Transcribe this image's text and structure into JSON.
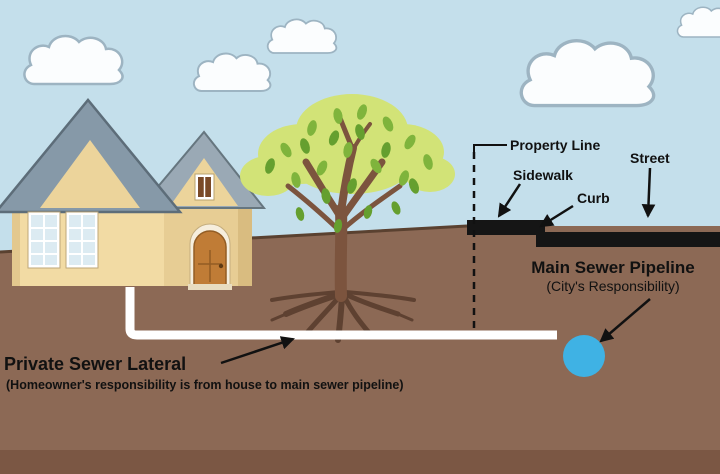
{
  "diagram": {
    "labels": {
      "property_line": "Property Line",
      "sidewalk": "Sidewalk",
      "curb": "Curb",
      "street": "Street",
      "main_sewer": {
        "title": "Main Sewer Pipeline",
        "subtitle": "(City's Responsibility)"
      },
      "lateral": {
        "title": "Private Sewer Lateral",
        "subtitle": "(Homeowner's responsibility is from house to main sewer pipeline)"
      }
    },
    "colors": {
      "sky": "#c4dfeb",
      "ground": "#8c6955",
      "ground_dark": "#76523f",
      "street": "#151515",
      "pipe": "#ffffff",
      "main_pipe": "#3fb2e4",
      "foliage": "#d2e377",
      "leaf": "#7fb43c",
      "leaf_dark": "#659f2f",
      "trunk": "#7c543e",
      "root": "#5e4131",
      "roof": "#8699a8",
      "roof_light": "#9aa9b5",
      "wall": "#f2dba4",
      "wall_shade": "#e7cd94",
      "door": "#c07c36"
    }
  }
}
